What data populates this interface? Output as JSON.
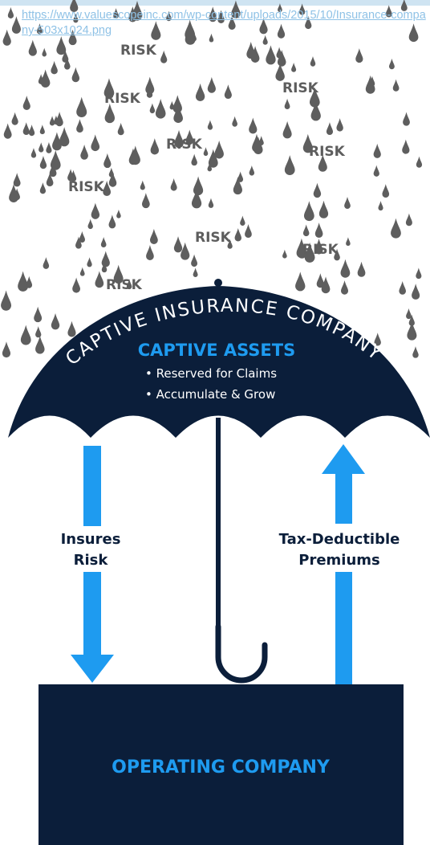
{
  "url": "https://www.valuescopeinc.com/wp-content/uploads/2015/10/Insurance-company-503x1024.png",
  "risk_label": "RISK",
  "umbrella": {
    "arc_text": "CAPTIVE INSURANCE COMPANY",
    "assets_title": "CAPTIVE ASSETS",
    "bullets": [
      "• Reserved for Claims",
      "• Accumulate & Grow"
    ]
  },
  "left_arrow": {
    "line1": "Insures",
    "line2": "Risk"
  },
  "right_arrow": {
    "line1": "Tax-Deductible",
    "line2": "Premiums"
  },
  "company": "OPERATING COMPANY",
  "colors": {
    "navy": "#0b1e3a",
    "blue": "#1e9bf0",
    "drop": "#5e5e5e"
  }
}
